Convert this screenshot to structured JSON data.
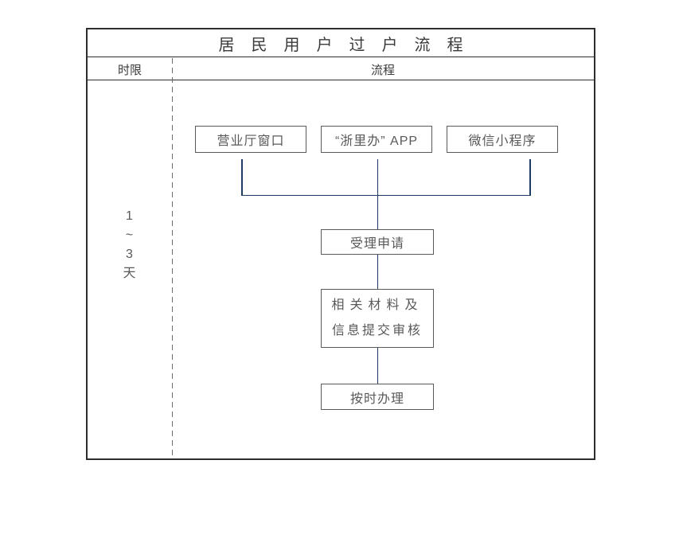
{
  "diagram": {
    "title": "居民用户过户流程",
    "header": {
      "left": "时限",
      "right": "流程"
    },
    "time_limit": {
      "lines": [
        "1",
        "~",
        "3",
        "天"
      ]
    },
    "entry_nodes": [
      {
        "label": "营业厅窗口"
      },
      {
        "label": "“浙里办” APP"
      },
      {
        "label": "微信小程序"
      }
    ],
    "steps": [
      {
        "label": "受理申请"
      },
      {
        "line1": "相关材料及",
        "line2": "信息提交审核"
      },
      {
        "label": "按时办理"
      }
    ],
    "colors": {
      "connector": "#1F3C64",
      "node_border": "#5A5A5A",
      "node_text": "#595959",
      "table_border": "#2D2D2D",
      "header_text": "#3A3A3A",
      "background": "#FFFFFF"
    }
  }
}
